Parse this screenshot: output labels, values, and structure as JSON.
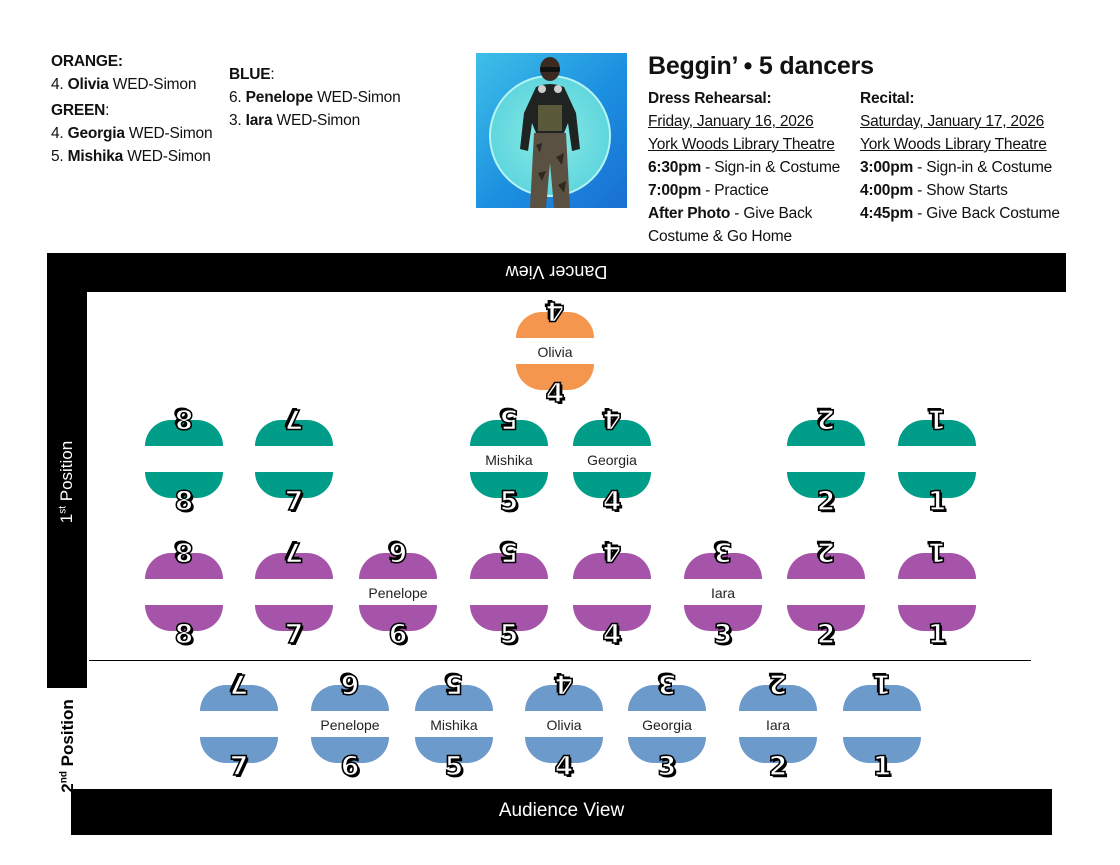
{
  "legend": {
    "orange": {
      "header": "ORANGE:",
      "entries": [
        {
          "num": "4.",
          "name": "Olivia",
          "class": "WED-Simon"
        }
      ]
    },
    "green": {
      "header": "GREEN",
      "colon": ":",
      "entries": [
        {
          "num": "4.",
          "name": "Georgia",
          "class": "WED-Simon"
        },
        {
          "num": "5.",
          "name": "Mishika",
          "class": "WED-Simon"
        }
      ]
    },
    "blue": {
      "header": "BLUE",
      "colon": ":",
      "entries": [
        {
          "num": "6.",
          "name": "Penelope",
          "class": "WED-Simon"
        },
        {
          "num": "3.",
          "name": "Iara",
          "class": "WED-Simon"
        }
      ]
    }
  },
  "title": "Beggin’ • 5 dancers",
  "dress_rehearsal": {
    "header": "Dress Rehearsal:",
    "date": "Friday, January 16, 2026",
    "venue": "York Woods Library Theatre",
    "items": [
      {
        "time": "6:30pm",
        "text": " - Sign-in & Costume"
      },
      {
        "time": "7:00pm",
        "text": " - Practice"
      },
      {
        "time": "After Photo",
        "text": " - Give Back Costume & Go Home"
      }
    ]
  },
  "recital": {
    "header": "Recital:",
    "date": "Saturday, January 17, 2026",
    "venue": "York Woods Library Theatre",
    "items": [
      {
        "time": "3:00pm",
        "text": " - Sign-in & Costume"
      },
      {
        "time": "4:00pm",
        "text": " - Show Starts"
      },
      {
        "time": "4:45pm",
        "text": " - Give Back Costume"
      }
    ]
  },
  "stage": {
    "top_label": "Dancer View",
    "bottom_label": "Audience View",
    "first_position": {
      "text": "1",
      "sup": "st",
      "rest": " Position"
    },
    "second_position": {
      "text": "2",
      "sup": "nd",
      "rest": " Position"
    }
  },
  "colors": {
    "orange": "#f5964f",
    "green": "#009e88",
    "purple": "#a654a9",
    "blue": "#6c9acb"
  },
  "spots": {
    "orange": [
      {
        "num": "4",
        "name": "Olivia"
      }
    ],
    "green": [
      {
        "num": "8",
        "name": ""
      },
      {
        "num": "7",
        "name": ""
      },
      {
        "num": "5",
        "name": "Mishika"
      },
      {
        "num": "4",
        "name": "Georgia"
      },
      {
        "num": "2",
        "name": ""
      },
      {
        "num": "1",
        "name": ""
      }
    ],
    "purple": [
      {
        "num": "8",
        "name": ""
      },
      {
        "num": "7",
        "name": ""
      },
      {
        "num": "6",
        "name": "Penelope"
      },
      {
        "num": "5",
        "name": ""
      },
      {
        "num": "4",
        "name": ""
      },
      {
        "num": "3",
        "name": "Iara"
      },
      {
        "num": "2",
        "name": ""
      },
      {
        "num": "1",
        "name": ""
      }
    ],
    "blue": [
      {
        "num": "7",
        "name": ""
      },
      {
        "num": "6",
        "name": "Penelope"
      },
      {
        "num": "5",
        "name": "Mishika"
      },
      {
        "num": "4",
        "name": "Olivia"
      },
      {
        "num": "3",
        "name": "Georgia"
      },
      {
        "num": "2",
        "name": "Iara"
      },
      {
        "num": "1",
        "name": ""
      }
    ]
  }
}
